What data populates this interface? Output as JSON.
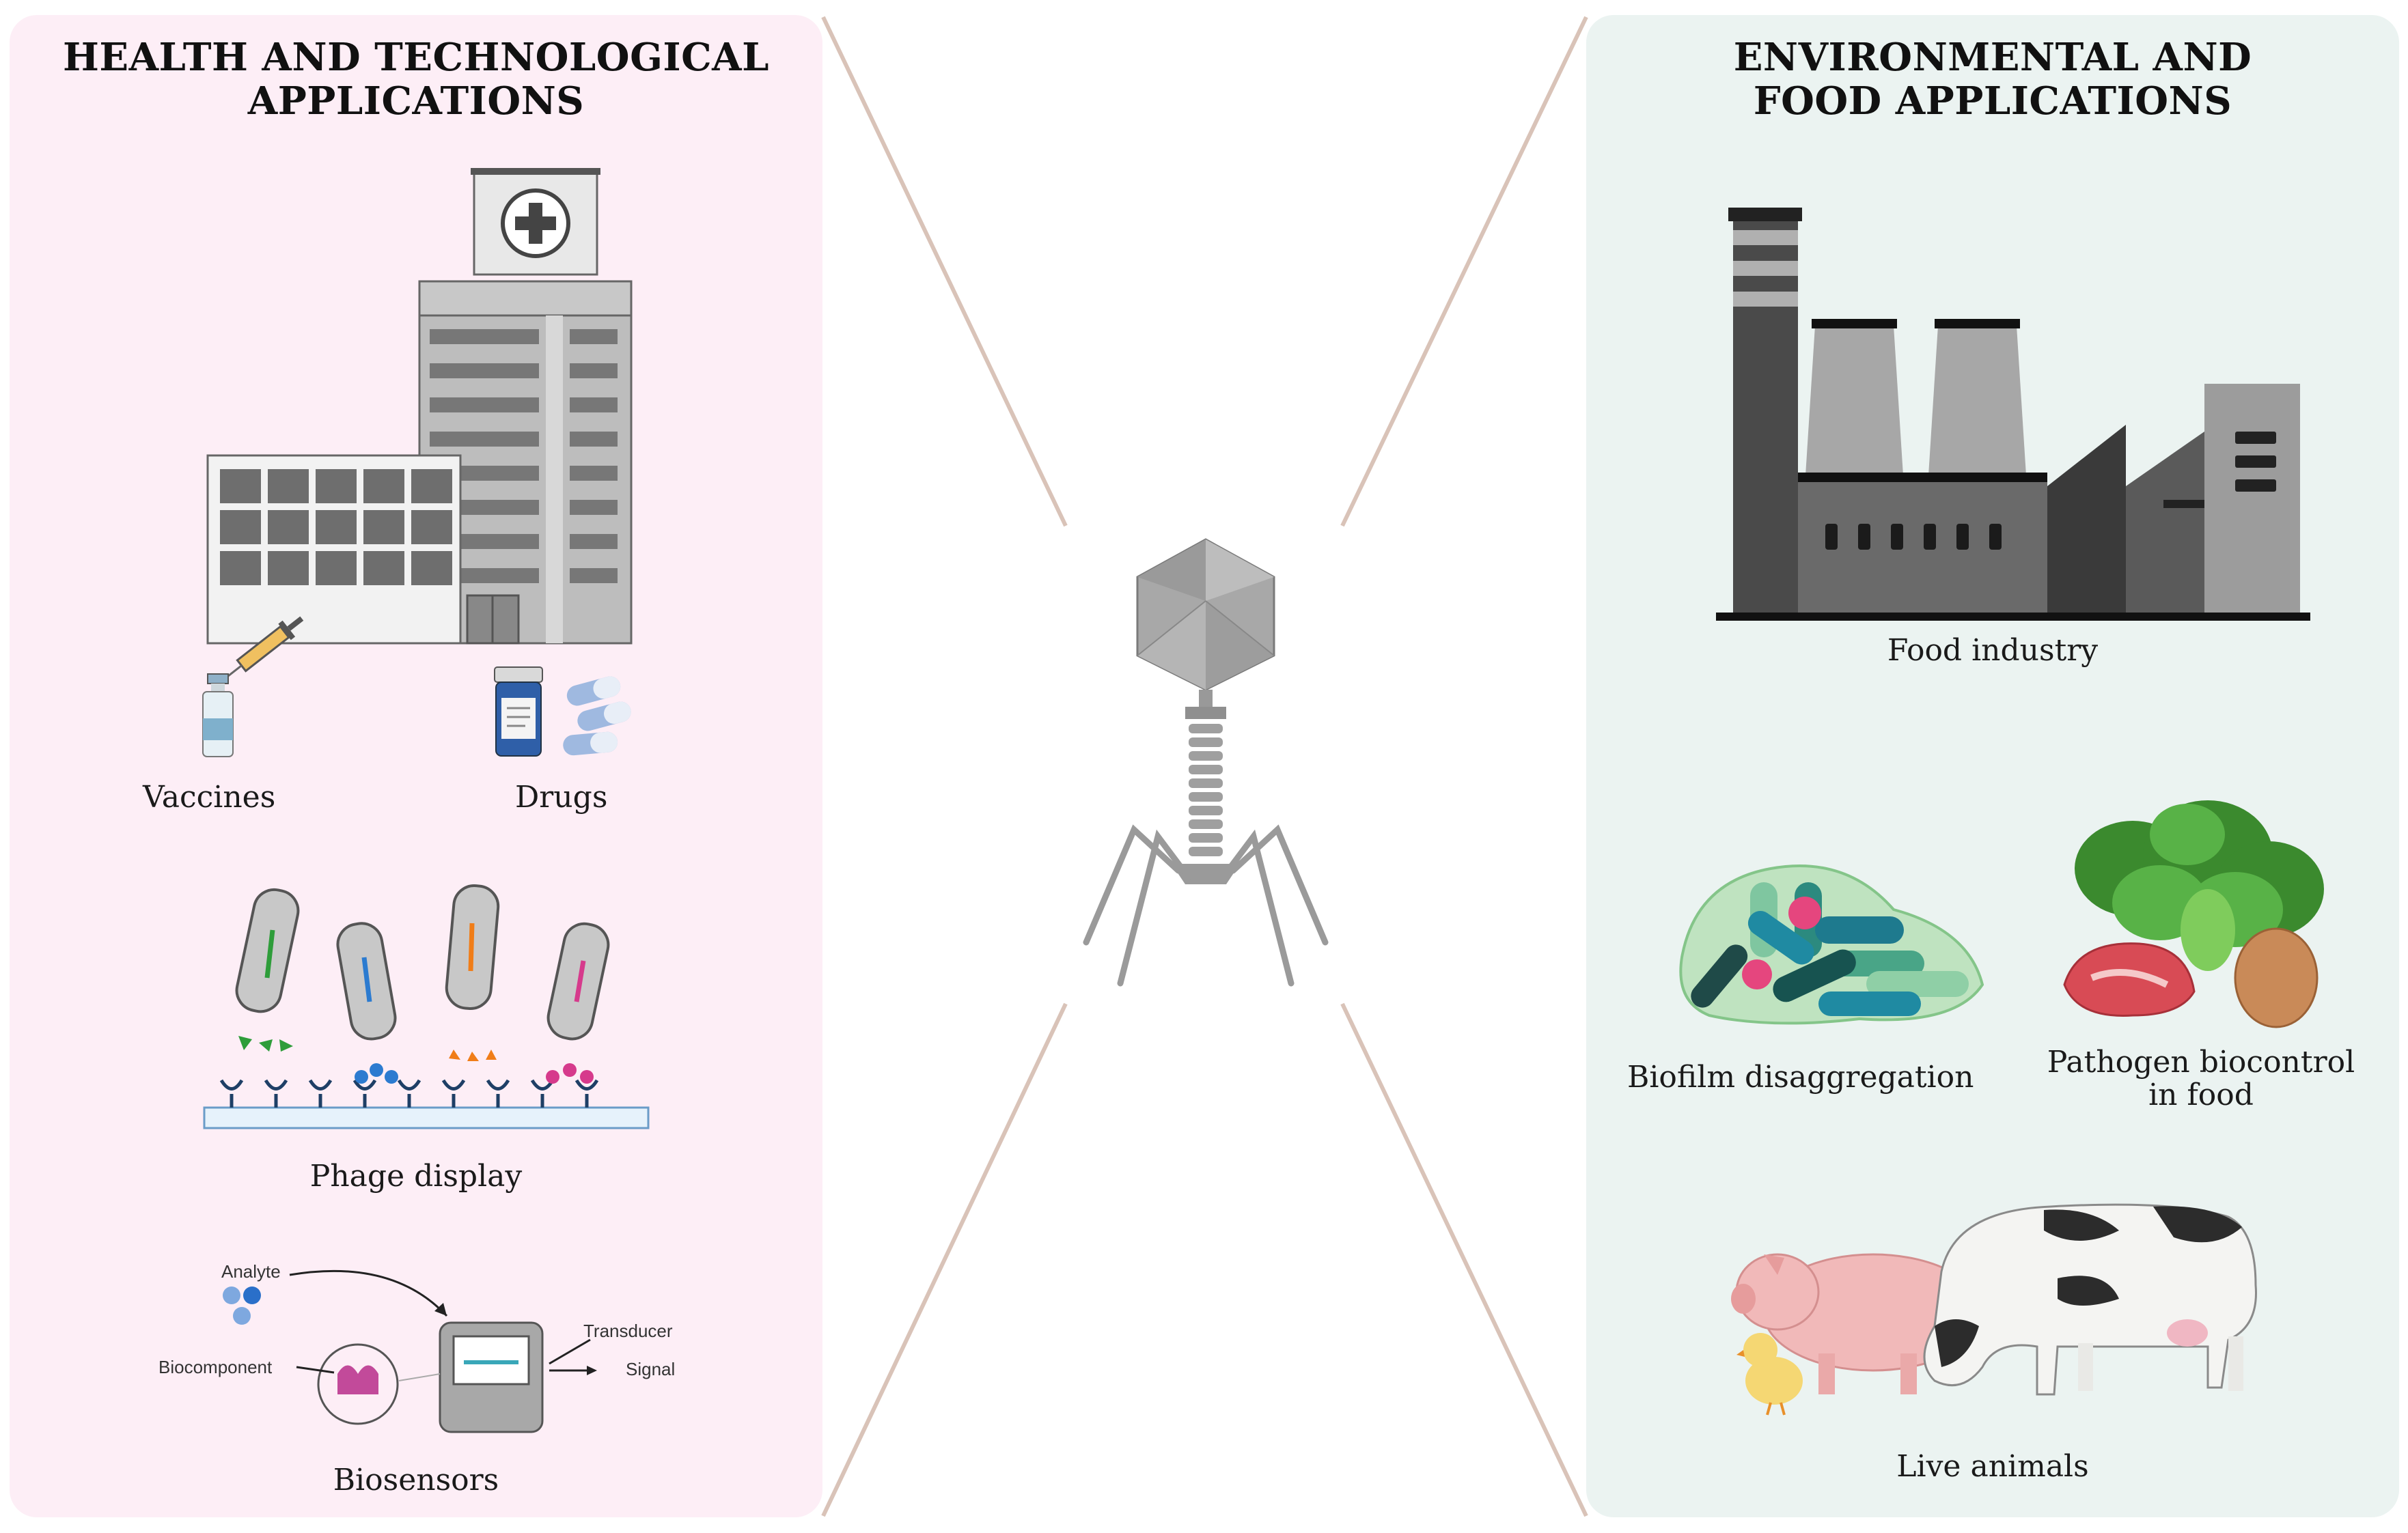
{
  "left_panel": {
    "title_lines": [
      "HEALTH AND TECHNOLOGICAL",
      "APPLICATIONS"
    ],
    "items": {
      "vaccines": "Vaccines",
      "drugs": "Drugs",
      "phage_display": "Phage display",
      "biosensors": "Biosensors"
    },
    "biosensor_diagram": {
      "analyte": "Analyte",
      "transducer": "Transducer",
      "biocomponent": "Biocomponent",
      "signal": "Signal"
    }
  },
  "right_panel": {
    "title_lines": [
      "ENVIRONMENTAL AND",
      "FOOD APPLICATIONS"
    ],
    "items": {
      "food_industry": "Food industry",
      "biofilm": "Biofilm disaggregation",
      "pathogen_lines": [
        "Pathogen biocontrol",
        "in food"
      ],
      "live_animals": "Live animals"
    }
  },
  "colors": {
    "left_panel_bg": "#fdeef6",
    "right_panel_bg": "#ebf3f1",
    "divider_lines": "#d9c3b8",
    "phage": "#9a9a9a"
  },
  "icons": [
    "hospital-icon",
    "syringe-icon",
    "vaccine-vial-icon",
    "pill-bottle-icon",
    "capsule-icon",
    "phage-display-icon",
    "biosensor-device-icon",
    "bacteriophage-icon",
    "factory-icon",
    "biofilm-icon",
    "vegetables-meat-egg-icon",
    "farm-animals-icon"
  ]
}
